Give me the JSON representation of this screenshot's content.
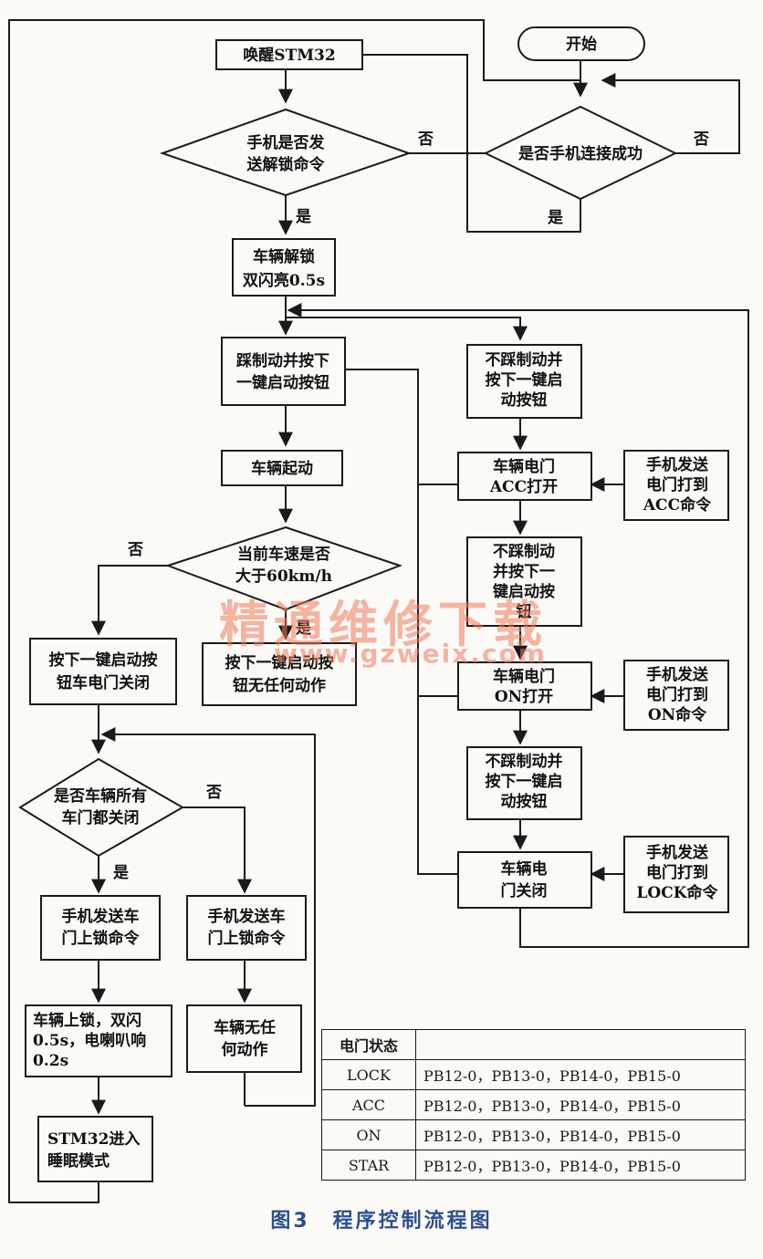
{
  "nodes": {
    "start": [
      "开始"
    ],
    "wake": [
      "唤醒STM32"
    ],
    "phone_connected": [
      "是否手机连接成功"
    ],
    "phone_unlock_cmd": [
      "手机是否发",
      "送解锁命令"
    ],
    "unlock": [
      "车辆解锁",
      "双闪亮0.5s"
    ],
    "brake_start": [
      "踩制动并按下",
      "一键启动按钮"
    ],
    "vehicle_start": [
      "车辆起动"
    ],
    "speed_check": [
      "当前车速是否",
      "大于60km/h"
    ],
    "press_close": [
      "按下一键启动按",
      "钮车电门关闭"
    ],
    "press_nothing": [
      "按下一键启动按",
      "钮无任何动作"
    ],
    "doors_closed": [
      "是否车辆所有",
      "车门都关闭"
    ],
    "lock_cmd_yes": [
      "手机发送车",
      "门上锁命令"
    ],
    "lock_cmd_no": [
      "手机发送车",
      "门上锁命令"
    ],
    "locked": [
      "车辆上锁，双闪",
      "0.5s，电喇叭响",
      "0.2s"
    ],
    "no_action": [
      "车辆无任",
      "何动作"
    ],
    "sleep": [
      "STM32进入",
      "睡眠模式"
    ],
    "nobrake1": [
      "不踩制动并",
      "按下一键启",
      "动按钮"
    ],
    "acc_on": [
      "车辆电门",
      "ACC打开"
    ],
    "phone_acc": [
      "手机发送",
      "电门打到",
      "ACC命令"
    ],
    "nobrake2": [
      "不踩制动",
      "并按下一",
      "键启动按",
      "钮"
    ],
    "on_on": [
      "车辆电门",
      "ON打开"
    ],
    "phone_on": [
      "手机发送",
      "电门打到",
      "ON命令"
    ],
    "nobrake3": [
      "不踩制动并",
      "按下一键启",
      "动按钮"
    ],
    "door_off": [
      "车辆电",
      "门关闭"
    ],
    "phone_lock": [
      "手机发送",
      "电门打到",
      "LOCK命令"
    ]
  },
  "edge_labels": {
    "no_connect": "否",
    "yes_connect": "是",
    "no_unlock": "否",
    "yes_unlock": "是",
    "no_speed": "否",
    "yes_speed": "是",
    "no_doors": "否",
    "yes_doors": "是"
  },
  "table": {
    "header": [
      "电门状态",
      ""
    ],
    "rows": [
      [
        "LOCK",
        "PB12-0，PB13-0，PB14-0，PB15-0"
      ],
      [
        "ACC",
        "PB12-0，PB13-0，PB14-0，PB15-0"
      ],
      [
        "ON",
        "PB12-0，PB13-0，PB14-0，PB15-0"
      ],
      [
        "STAR",
        "PB12-0，PB13-0，PB14-0，PB15-0"
      ]
    ]
  },
  "watermark": {
    "text": "精通维修下载",
    "url": "www.gzweix.com"
  },
  "caption": "图3　程序控制流程图"
}
